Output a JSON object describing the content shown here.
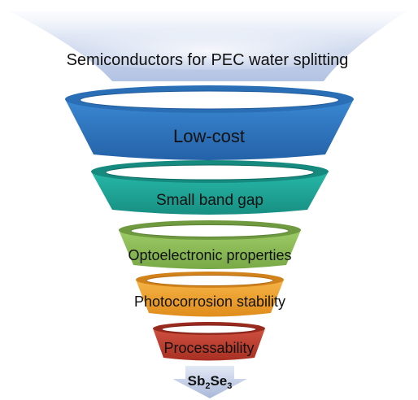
{
  "diagram": {
    "title": "Semiconductors for PEC water splitting",
    "stages": [
      {
        "label": "Low-cost",
        "color": "#2E78C2"
      },
      {
        "label": "Small band gap",
        "color": "#1FA89A"
      },
      {
        "label": "Optoelectronic properties",
        "color": "#8DBE59"
      },
      {
        "label": "Photocorrosion stability",
        "color": "#F0A030"
      },
      {
        "label": "Processability",
        "color": "#C0402E"
      }
    ],
    "result": {
      "base": "Sb",
      "sub1": "2",
      "mid": "Se",
      "sub2": "3"
    },
    "colors": {
      "mouth": "#B8C8E6",
      "arrow": "#B9C6E2"
    }
  }
}
